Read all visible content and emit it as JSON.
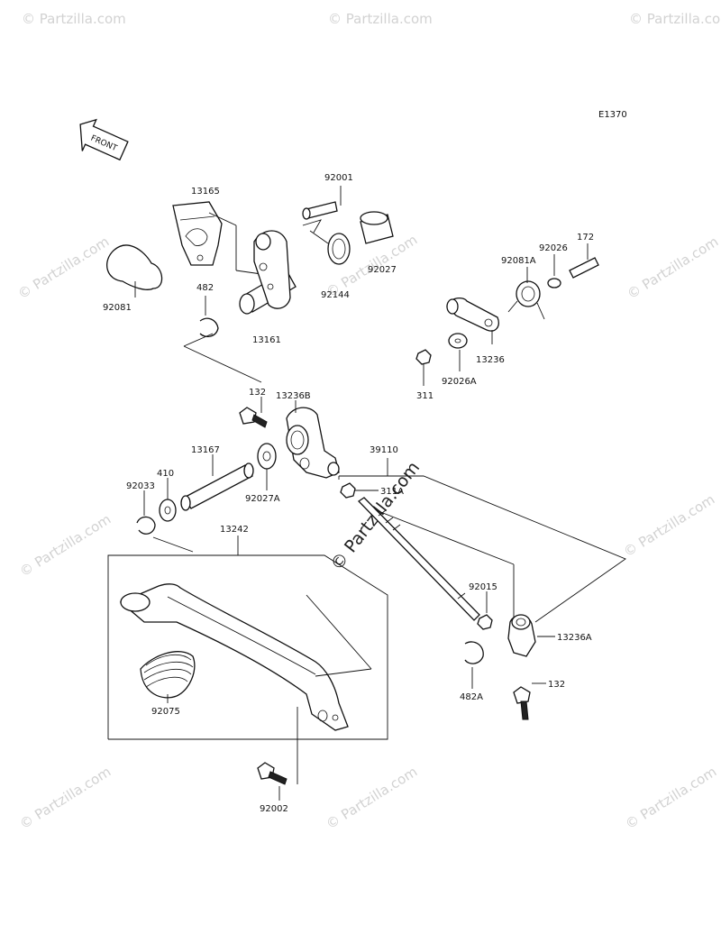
{
  "diagram_code": "E1370",
  "front_label": "FRONT",
  "watermark_small": "© Partzilla.com",
  "watermark_center": "© Partzilla.com",
  "labels": {
    "p92001": "92001",
    "p13165": "13165",
    "p92027": "92027",
    "p92144": "92144",
    "p92081": "92081",
    "p482": "482",
    "p13161": "13161",
    "p172": "172",
    "p92026": "92026",
    "p92081A": "92081A",
    "p13236": "13236",
    "p311": "311",
    "p92026A": "92026A",
    "p132a": "132",
    "p13236B": "13236B",
    "p13167": "13167",
    "p410": "410",
    "p92033": "92033",
    "p92027A": "92027A",
    "p39110": "39110",
    "p311A": "311A",
    "p13242": "13242",
    "p92015": "92015",
    "p13236A": "13236A",
    "p482A": "482A",
    "p132b": "132",
    "p92075": "92075",
    "p92002": "92002"
  }
}
